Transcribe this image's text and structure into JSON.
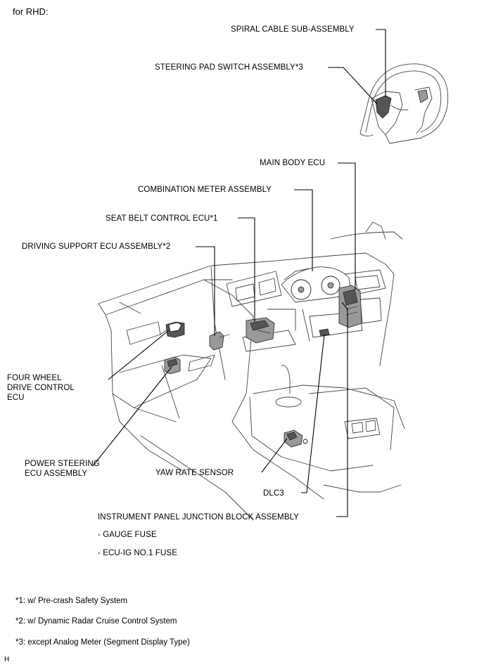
{
  "header": {
    "title": "for RHD:"
  },
  "labels": {
    "spiral_cable": "SPIRAL CABLE SUB-ASSEMBLY",
    "steering_pad_switch": "STEERING PAD SWITCH ASSEMBLY*3",
    "main_body_ecu": "MAIN BODY ECU",
    "combination_meter": "COMBINATION METER ASSEMBLY",
    "seat_belt_control_ecu": "SEAT BELT CONTROL ECU*1",
    "driving_support_ecu": "DRIVING SUPPORT ECU ASSEMBLY*2",
    "four_wheel_drive_ecu": "FOUR WHEEL DRIVE CONTROL ECU",
    "power_steering_ecu": "POWER STEERING ECU ASSEMBLY",
    "yaw_rate_sensor": "YAW RATE SENSOR",
    "dlc3": "DLC3",
    "instrument_panel_jb": "INSTRUMENT PANEL JUNCTION BLOCK ASSEMBLY",
    "gauge_fuse": "- GAUGE FUSE",
    "ecu_ig_fuse": "- ECU-IG NO.1 FUSE"
  },
  "footnotes": [
    "*1: w/ Pre-crash Safety System",
    "*2: w/ Dynamic Radar Cruise Control System",
    "*3: except Analog Meter (Segment Display Type)"
  ],
  "figure_code": "H"
}
